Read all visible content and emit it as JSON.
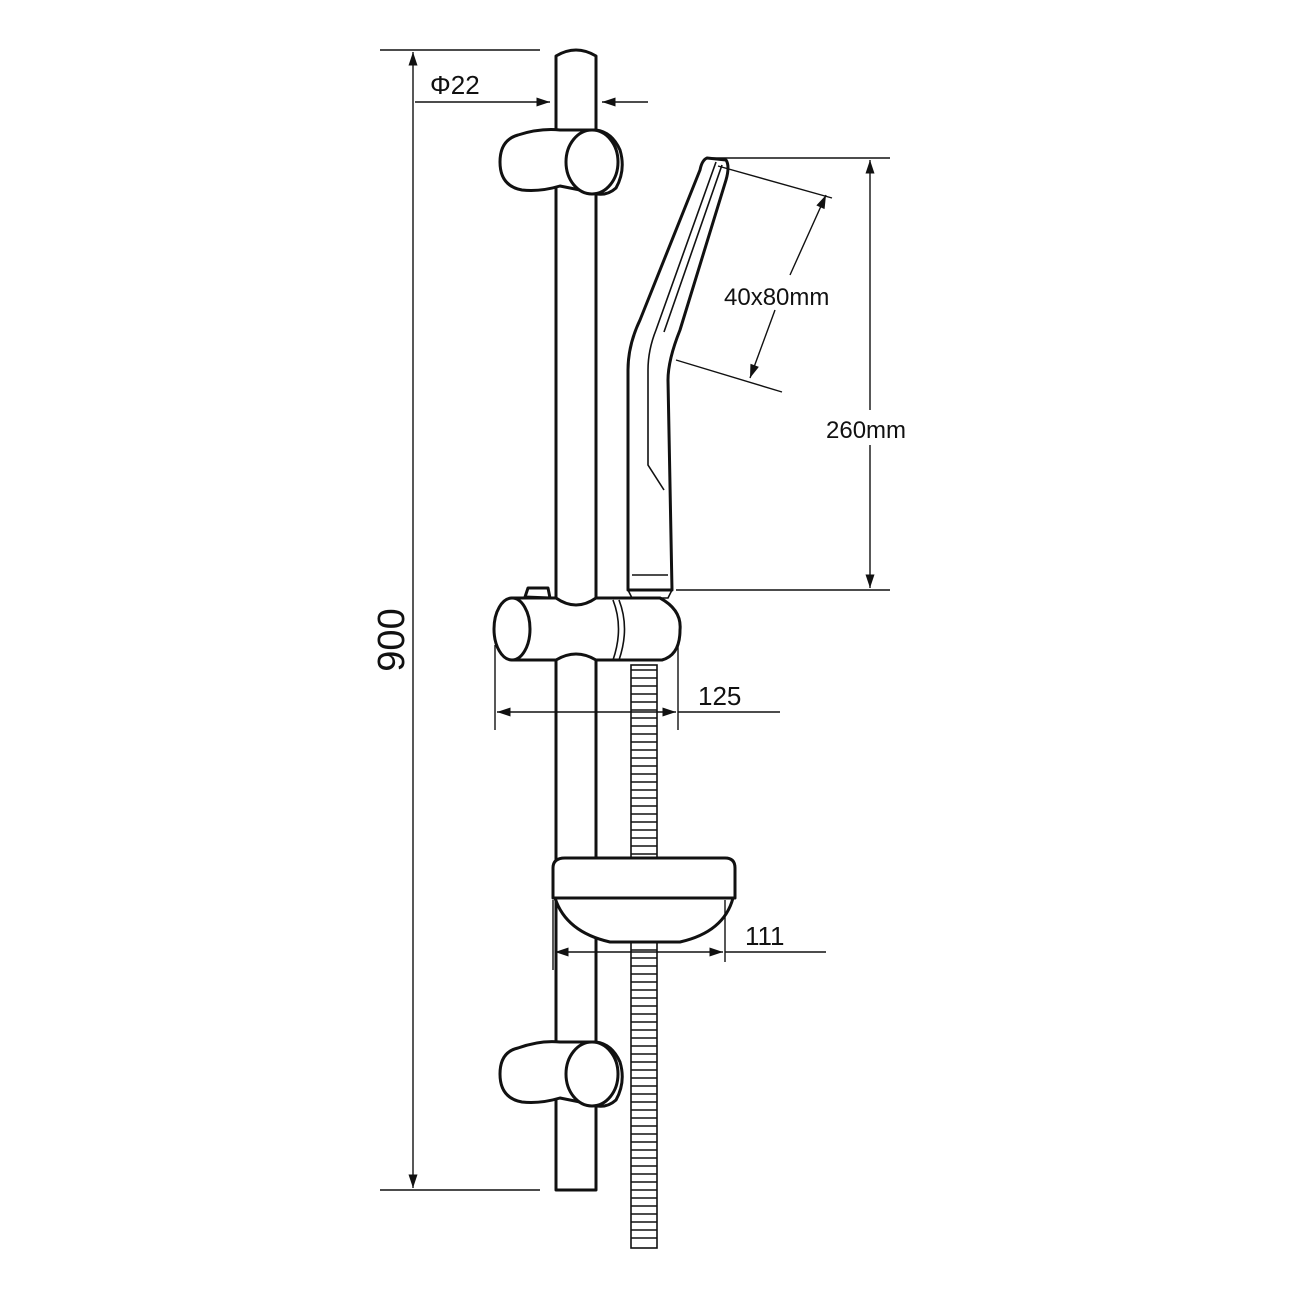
{
  "dimensions": {
    "total_height": "900",
    "rail_diameter": "Φ22",
    "handshower_length": "260mm",
    "spray_face": "40x80mm",
    "holder_projection": "125",
    "soap_dish_projection": "111"
  },
  "colors": {
    "line": "#111111",
    "background": "#ffffff"
  }
}
